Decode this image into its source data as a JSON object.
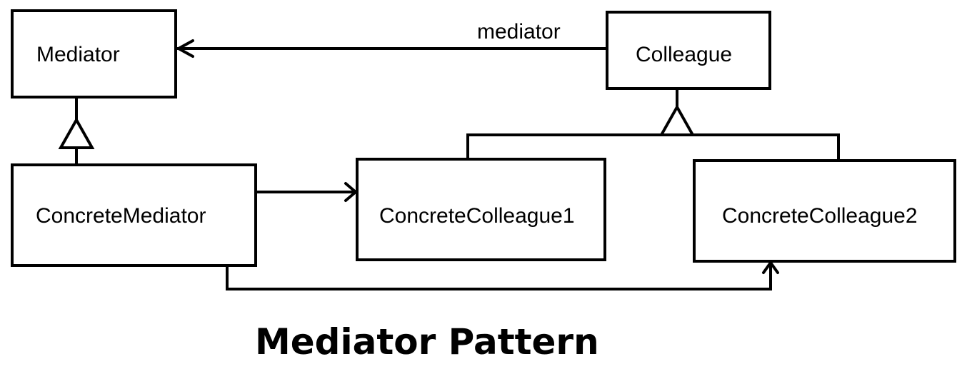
{
  "diagram": {
    "title": "Mediator Pattern",
    "classes": {
      "mediator": "Mediator",
      "colleague": "Colleague",
      "concrete_mediator": "ConcreteMediator",
      "concrete_colleague_1": "ConcreteColleague1",
      "concrete_colleague_2": "ConcreteColleague2"
    },
    "associations": {
      "colleague_to_mediator_label": "mediator"
    }
  }
}
